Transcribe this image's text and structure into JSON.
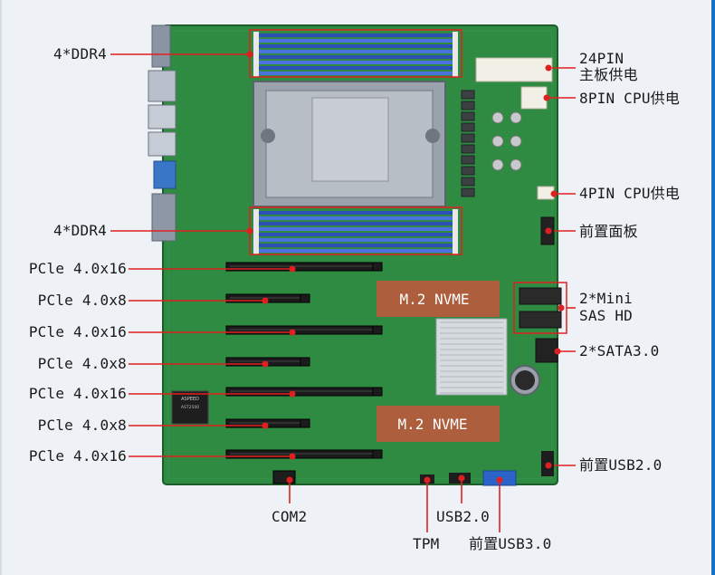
{
  "labels_left": [
    {
      "id": "ddr4-top",
      "text": "4*DDR4"
    },
    {
      "id": "ddr4-bottom",
      "text": "4*DDR4"
    },
    {
      "id": "pcie-1",
      "text": "PCle 4.0x16"
    },
    {
      "id": "pcie-2",
      "text": "PCle 4.0x8"
    },
    {
      "id": "pcie-3",
      "text": "PCle 4.0x16"
    },
    {
      "id": "pcie-4",
      "text": "PCle 4.0x8"
    },
    {
      "id": "pcie-5",
      "text": "PCle 4.0x16"
    },
    {
      "id": "pcie-6",
      "text": "PCle 4.0x8"
    },
    {
      "id": "pcie-7",
      "text": "PCle 4.0x16"
    }
  ],
  "labels_right": [
    {
      "id": "atx-24pin",
      "lines": [
        "24PIN",
        "主板供电"
      ]
    },
    {
      "id": "cpu-8pin",
      "text": "8PIN CPU供电"
    },
    {
      "id": "cpu-4pin",
      "text": "4PIN CPU供电"
    },
    {
      "id": "front-panel",
      "text": "前置面板"
    },
    {
      "id": "mini-sas",
      "lines": [
        "2*Mini",
        "SAS HD"
      ]
    },
    {
      "id": "sata",
      "text": "2*SATA3.0"
    },
    {
      "id": "usb2-front",
      "text": "前置USB2.0"
    }
  ],
  "labels_bottom": [
    {
      "id": "com2",
      "text": "COM2"
    },
    {
      "id": "usb2",
      "text": "USB2.0"
    },
    {
      "id": "tpm",
      "text": "TPM"
    },
    {
      "id": "usb3-front",
      "text": "前置USB3.0"
    }
  ],
  "board_text": {
    "m2_top": "M.2 NVME",
    "m2_bottom": "M.2 NVME",
    "chip_brand": "ASPEED",
    "chip_model": "AST2500"
  },
  "colors": {
    "pcb": "#2f8a42",
    "pcb_dark": "#21632f",
    "dimm": "#2d4fb8",
    "dimm_light": "#4c72e0",
    "callout": "#e02020",
    "m2_overlay": "#c9543a"
  }
}
